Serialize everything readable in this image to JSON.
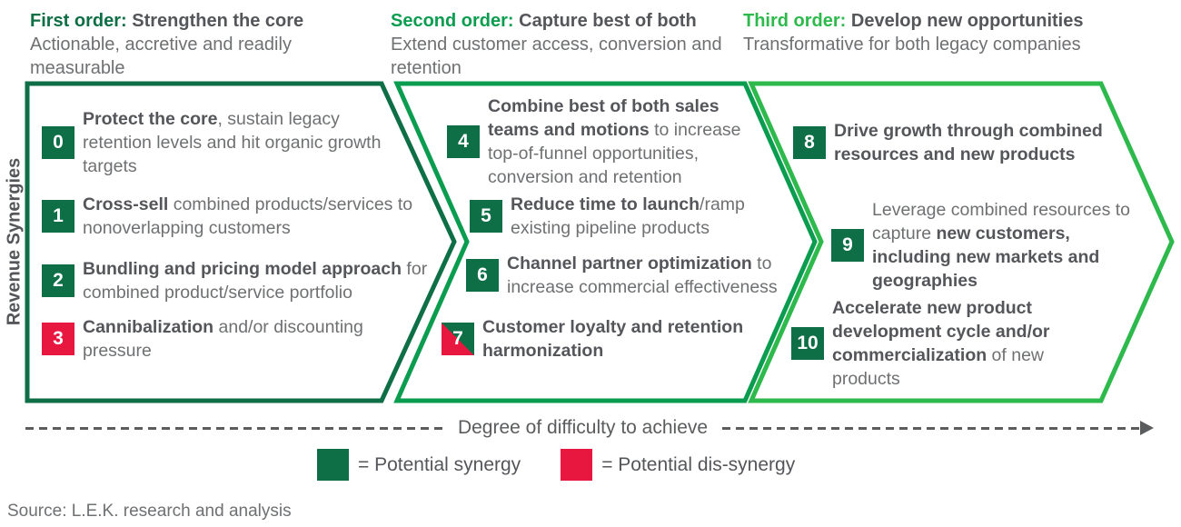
{
  "headers": [
    {
      "order": "First order:",
      "title": "Strengthen the core",
      "subtitle": "Actionable, accretive and readily measurable"
    },
    {
      "order": "Second order:",
      "title": "Capture best of both",
      "subtitle": "Extend customer access, conversion and retention"
    },
    {
      "order": "Third order:",
      "title": "Develop new opportunities",
      "subtitle": "Transformative for both legacy companies"
    }
  ],
  "side_label": "Revenue Synergies",
  "items": [
    {
      "num": "0",
      "type": "synergy",
      "segments": [
        {
          "text": "Protect the core",
          "bold": true
        },
        {
          "text": ", sustain legacy retention levels and hit organic growth targets",
          "bold": false
        }
      ]
    },
    {
      "num": "1",
      "type": "synergy",
      "segments": [
        {
          "text": "Cross-sell",
          "bold": true
        },
        {
          "text": " combined products/services to nonoverlapping customers",
          "bold": false
        }
      ]
    },
    {
      "num": "2",
      "type": "synergy",
      "segments": [
        {
          "text": "Bundling and pricing model approach",
          "bold": true
        },
        {
          "text": " for combined product/service portfolio",
          "bold": false
        }
      ]
    },
    {
      "num": "3",
      "type": "dis-synergy",
      "segments": [
        {
          "text": "Cannibalization",
          "bold": true
        },
        {
          "text": " and/or discounting pressure",
          "bold": false
        }
      ]
    },
    {
      "num": "4",
      "type": "synergy",
      "segments": [
        {
          "text": "Combine best of both sales teams and motions",
          "bold": true
        },
        {
          "text": " to increase top-of-funnel opportunities, conversion and retention",
          "bold": false
        }
      ]
    },
    {
      "num": "5",
      "type": "synergy",
      "segments": [
        {
          "text": "Reduce time to launch",
          "bold": true
        },
        {
          "text": "/ramp existing pipeline products",
          "bold": false
        }
      ]
    },
    {
      "num": "6",
      "type": "synergy",
      "segments": [
        {
          "text": "Channel partner optimization",
          "bold": true
        },
        {
          "text": " to increase commercial effectiveness",
          "bold": false
        }
      ]
    },
    {
      "num": "7",
      "type": "mixed",
      "segments": [
        {
          "text": "Customer loyalty and retention harmonization",
          "bold": true
        }
      ]
    },
    {
      "num": "8",
      "type": "synergy",
      "segments": [
        {
          "text": "Drive growth through combined resources and new products",
          "bold": true
        }
      ]
    },
    {
      "num": "9",
      "type": "synergy",
      "segments": [
        {
          "text": "Leverage combined resources to capture ",
          "bold": false
        },
        {
          "text": "new customers, including new markets and geographies",
          "bold": true
        }
      ]
    },
    {
      "num": "10",
      "type": "synergy",
      "segments": [
        {
          "text": "Accelerate new product development cycle and/or commercialization",
          "bold": true
        },
        {
          "text": " of new products",
          "bold": false
        }
      ]
    }
  ],
  "difficulty_axis": {
    "label": "Degree of difficulty to achieve"
  },
  "legend": [
    {
      "type": "synergy",
      "label": "= Potential synergy"
    },
    {
      "type": "dis-synergy",
      "label": "= Potential dis-synergy"
    }
  ],
  "source": "Source: L.E.K. research and analysis",
  "colors": {
    "first_order_green": "#0E6E45",
    "second_order_green": "#0A9C4F",
    "third_order_green": "#2EB94D",
    "synergy_green": "#0E6E45",
    "dis_synergy_red": "#E8173F",
    "text_dark": "#54565A",
    "text_gray": "#6E7072",
    "axis_gray": "#5A5C5E"
  }
}
